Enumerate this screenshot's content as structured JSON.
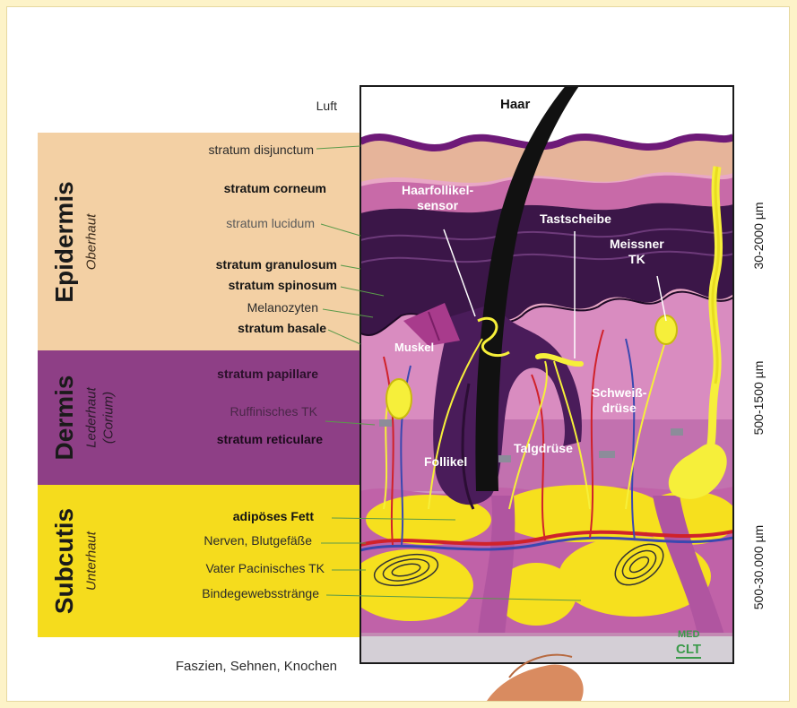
{
  "air_label": "Luft",
  "hair_label": "Haar",
  "epidermis": {
    "title": "Epidermis",
    "subtitle": "Oberhaut",
    "layers": [
      "stratum disjunctum",
      "stratum corneum",
      "stratum lucidum",
      "stratum granulosum",
      "stratum spinosum",
      "Melanozyten",
      "stratum basale"
    ]
  },
  "dermis": {
    "title": "Dermis",
    "subtitle_1": "Lederhaut",
    "subtitle_2": "(Corium)",
    "layers": [
      "stratum papillare",
      "Ruffinisches TK",
      "stratum reticulare"
    ]
  },
  "subcutis": {
    "title": "Subcutis",
    "subtitle": "Unterhaut",
    "layers": [
      "adipöses Fett",
      "Nerven, Blutgefäße",
      "Vater Pacinisches TK",
      "Bindegewebsstränge"
    ]
  },
  "bottom_label": "Faszien, Sehnen, Knochen",
  "inner_labels": {
    "hair_follicle_sensor_1": "Haarfollikel-",
    "hair_follicle_sensor_2": "sensor",
    "tactile_disc": "Tastscheibe",
    "meissner_1": "Meissner",
    "meissner_2": "TK",
    "muscle": "Muskel",
    "sweat_gland_1": "Schweiß-",
    "sweat_gland_2": "drüse",
    "follicle": "Follikel",
    "sebaceous_gland": "Talgdrüse"
  },
  "scales": {
    "epidermis": "30-2000 µm",
    "dermis": "500-1500 µm",
    "subcutis": "500-30.000 µm"
  },
  "logo_1": "MED",
  "logo_2": "CLT",
  "colors": {
    "epidermis_band": "#f3d0a4",
    "dermis_band": "#8e3f86",
    "subcutis_band": "#f5dc1d",
    "nerve_yellow": "#f6ef3a",
    "blood_red": "#d0222a",
    "vein_blue": "#3a48b0",
    "dark_purple": "#3b1648",
    "fat_yellow": "#f6e01e"
  }
}
